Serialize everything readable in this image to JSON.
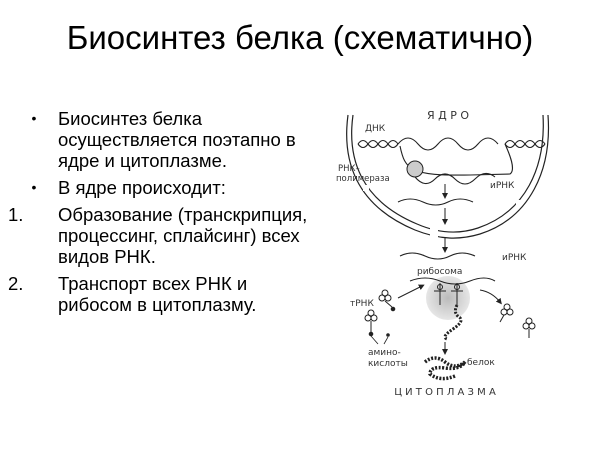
{
  "slide": {
    "title": "Биосинтез белка (схематично)",
    "items": [
      {
        "marker": "•",
        "text": "Биосинтез белка осуществляется поэтапно в ядре и цитоплазме."
      },
      {
        "marker": "•",
        "text": "В ядре происходит:"
      },
      {
        "marker": "1.",
        "text": "Образование (транскрипция, процессинг, сплайсинг) всех видов РНК."
      },
      {
        "marker": "2.",
        "text": "Транспорт всех РНК и рибосом в цитоплазму."
      }
    ]
  },
  "diagram": {
    "nucleus_label": "Я Д Р О",
    "dna_label": "ДНК",
    "polymerase_label_1": "РНК–",
    "polymerase_label_2": "полимераза",
    "mrna_label_nucleus": "иРНК",
    "mrna_label_cytoplasm": "иРНК",
    "ribosome_label": "рибосома",
    "trna_label": "тРНК",
    "amino_label_1": "амино-",
    "amino_label_2": "кислоты",
    "protein_label": "белок",
    "cytoplasm_label": "Ц И Т О П Л А З М А"
  }
}
